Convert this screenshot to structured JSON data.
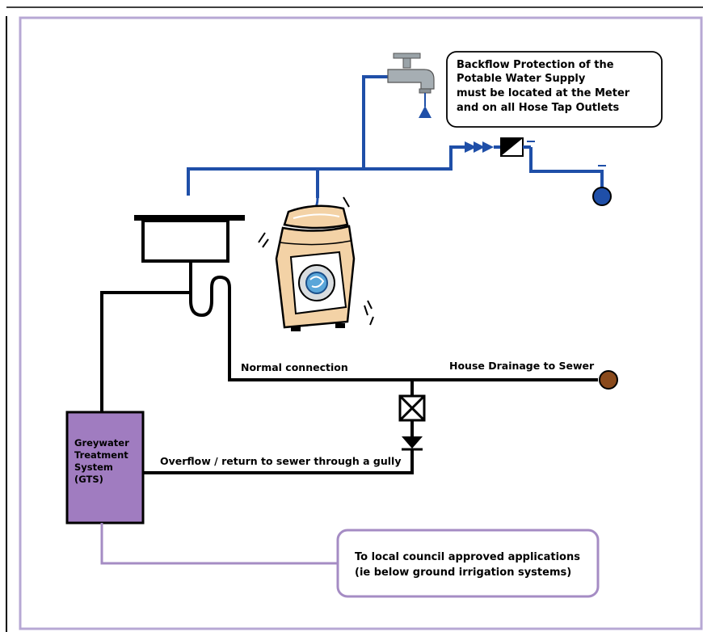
{
  "labels": {
    "backflow_line1": "Backflow Protection of the",
    "backflow_line2": "Potable Water Supply",
    "backflow_line3": "must be located at the Meter",
    "backflow_line4": "and on all Hose Tap Outlets",
    "normal_connection": "Normal connection",
    "house_drainage": "House Drainage to Sewer",
    "overflow": "Overflow / return to sewer through a gully",
    "gts_line1": "Greywater",
    "gts_line2": "Treatment",
    "gts_line3": "System",
    "gts_line4": "(GTS)",
    "council_line1": "To local council approved applications",
    "council_line2": "(ie below ground irrigation systems)"
  },
  "colors": {
    "potable_pipe": "#1f4fa8",
    "drain_pipe": "#000000",
    "greywater_pipe": "#a58cc4",
    "gts_fill": "#a07cc0",
    "frame": "#b7a8d4",
    "sewer_outlet": "#8a4a1c",
    "hose_outlet": "#1f4fa8"
  },
  "icons": [
    "tap-icon",
    "washing-machine-icon",
    "sink-icon",
    "backflow-valve-icon",
    "gate-valve-icon",
    "check-valve-icon"
  ]
}
